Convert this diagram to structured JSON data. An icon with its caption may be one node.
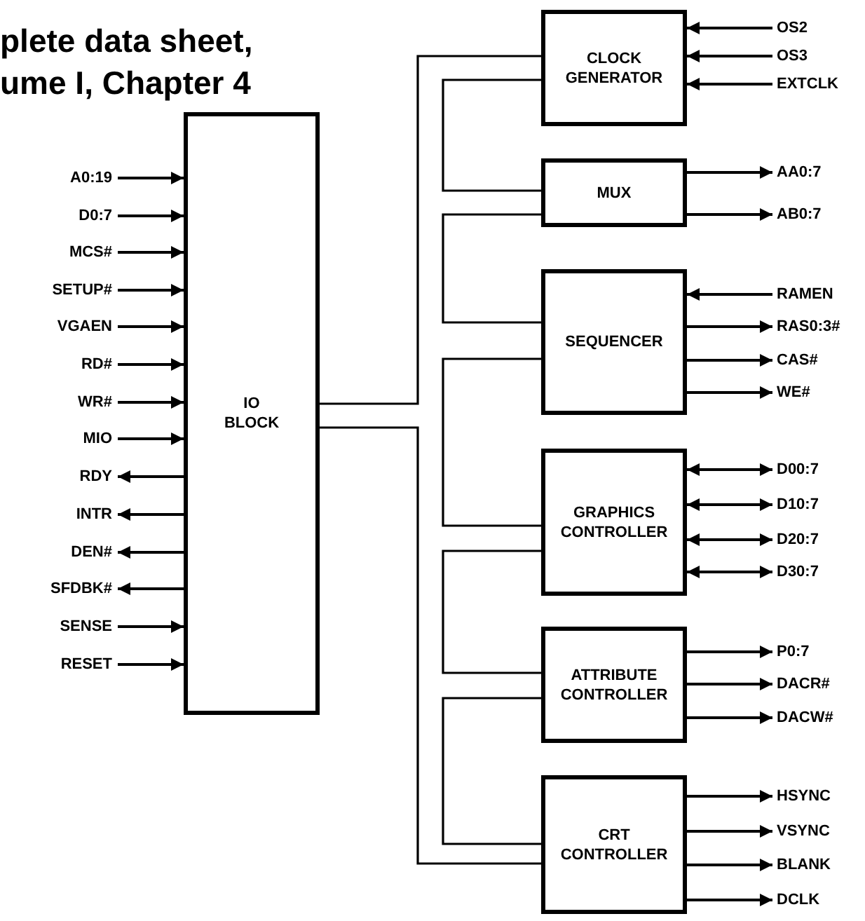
{
  "diagram": {
    "nodes": [
      {
        "text": [
          "IO BLOCK"
        ]
      },
      {
        "text": [
          "CLOCK GENERATOR"
        ]
      },
      {
        "text": [
          "MUX"
        ]
      },
      {
        "text": [
          "SEQUENCER"
        ]
      },
      {
        "text": [
          "GRAPHICS CONTROLLER"
        ]
      },
      {
        "text": [
          "ATTRIBUTE CONTROLLER"
        ]
      },
      {
        "text": [
          "CRT CONTROLLER"
        ]
      },
      {
        "text": [
          "A0:19"
        ]
      },
      {
        "text": [
          "D0:7"
        ]
      },
      {
        "text": [
          "MCS#"
        ]
      },
      {
        "text": [
          "SETUP#"
        ]
      },
      {
        "text": [
          "VGAEN"
        ]
      },
      {
        "text": [
          "RD#"
        ]
      },
      {
        "text": [
          "WR#"
        ]
      },
      {
        "text": [
          "MIO"
        ]
      },
      {
        "text": [
          "RDY"
        ]
      },
      {
        "text": [
          "INTR"
        ]
      },
      {
        "text": [
          "DEN#"
        ]
      },
      {
        "text": [
          "SFDBK#"
        ]
      },
      {
        "text": [
          "SENSE"
        ]
      },
      {
        "text": [
          "RESET"
        ]
      },
      {
        "text": [
          "OS2"
        ]
      },
      {
        "text": [
          "OS3"
        ]
      },
      {
        "text": [
          "EXTCLK"
        ]
      },
      {
        "text": [
          "AA0:7"
        ]
      },
      {
        "text": [
          "AB0:7"
        ]
      },
      {
        "text": [
          "RAMEN"
        ]
      },
      {
        "text": [
          "RAS0:3#"
        ]
      },
      {
        "text": [
          "CAS#"
        ]
      },
      {
        "text": [
          "WE#"
        ]
      },
      {
        "text": [
          "D00:7"
        ]
      },
      {
        "text": [
          "D10:7"
        ]
      },
      {
        "text": [
          "D20:7"
        ]
      },
      {
        "text": [
          "D30:7"
        ]
      },
      {
        "text": [
          "P0:7"
        ]
      },
      {
        "text": [
          "DACR#"
        ]
      },
      {
        "text": [
          "DACW#"
        ]
      },
      {
        "text": [
          "HSYNC"
        ]
      },
      {
        "text": [
          "VSYNC"
        ]
      },
      {
        "text": [
          "BLANK"
        ]
      },
      {
        "text": [
          "DCLK"
        ]
      }
    ],
    "edges": [
      {
        "from": 0,
        "to": 1,
        "arrow": "none"
      },
      {
        "from": 1,
        "to": 2,
        "arrow": "none"
      },
      {
        "from": 2,
        "to": 3,
        "arrow": "none"
      },
      {
        "from": 3,
        "to": 4,
        "arrow": "none"
      },
      {
        "from": 4,
        "to": 5,
        "arrow": "none"
      },
      {
        "from": 5,
        "to": 6,
        "arrow": "none"
      },
      {
        "from": 0,
        "to": 6,
        "arrow": "none"
      },
      {
        "from": 7,
        "to": 0,
        "arrow": "to"
      },
      {
        "from": 8,
        "to": 0,
        "arrow": "to"
      },
      {
        "from": 9,
        "to": 0,
        "arrow": "to"
      },
      {
        "from": 10,
        "to": 0,
        "arrow": "to"
      },
      {
        "from": 11,
        "to": 0,
        "arrow": "to"
      },
      {
        "from": 12,
        "to": 0,
        "arrow": "to"
      },
      {
        "from": 13,
        "to": 0,
        "arrow": "to"
      },
      {
        "from": 14,
        "to": 0,
        "arrow": "to"
      },
      {
        "from": 0,
        "to": 15,
        "arrow": "to"
      },
      {
        "from": 0,
        "to": 16,
        "arrow": "to"
      },
      {
        "from": 0,
        "to": 17,
        "arrow": "to"
      },
      {
        "from": 0,
        "to": 18,
        "arrow": "to"
      },
      {
        "from": 19,
        "to": 0,
        "arrow": "to"
      },
      {
        "from": 20,
        "to": 0,
        "arrow": "to"
      },
      {
        "from": 21,
        "to": 1,
        "arrow": "to"
      },
      {
        "from": 22,
        "to": 1,
        "arrow": "to"
      },
      {
        "from": 23,
        "to": 1,
        "arrow": "to"
      },
      {
        "from": 2,
        "to": 24,
        "arrow": "to"
      },
      {
        "from": 2,
        "to": 25,
        "arrow": "to"
      },
      {
        "from": 26,
        "to": 3,
        "arrow": "to"
      },
      {
        "from": 3,
        "to": 27,
        "arrow": "to"
      },
      {
        "from": 3,
        "to": 28,
        "arrow": "to"
      },
      {
        "from": 3,
        "to": 29,
        "arrow": "to"
      },
      {
        "from": 4,
        "to": 30,
        "arrow": "both"
      },
      {
        "from": 4,
        "to": 31,
        "arrow": "both"
      },
      {
        "from": 4,
        "to": 32,
        "arrow": "both"
      },
      {
        "from": 4,
        "to": 33,
        "arrow": "both"
      },
      {
        "from": 5,
        "to": 34,
        "arrow": "to"
      },
      {
        "from": 5,
        "to": 35,
        "arrow": "to"
      },
      {
        "from": 5,
        "to": 36,
        "arrow": "to"
      },
      {
        "from": 6,
        "to": 37,
        "arrow": "to"
      },
      {
        "from": 6,
        "to": 38,
        "arrow": "to"
      },
      {
        "from": 6,
        "to": 39,
        "arrow": "to"
      },
      {
        "from": 6,
        "to": 40,
        "arrow": "to"
      }
    ],
    "labels": [
      "plete data sheet,",
      "ume I, Chapter 4"
    ]
  }
}
